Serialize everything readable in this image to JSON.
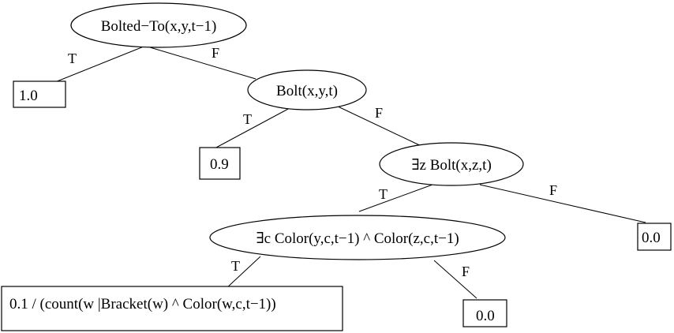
{
  "diagram": {
    "nodes": [
      {
        "id": "bolted-to",
        "kind": "test",
        "label": "Bolted−To(x,y,t−1)"
      },
      {
        "id": "leaf-1-0",
        "kind": "leaf",
        "label": "1.0"
      },
      {
        "id": "bolt-xyt",
        "kind": "test",
        "label": "Bolt(x,y,t)"
      },
      {
        "id": "leaf-0-9",
        "kind": "leaf",
        "label": "0.9"
      },
      {
        "id": "exists-z-bolt",
        "kind": "test",
        "label": "∃z Bolt(x,z,t)"
      },
      {
        "id": "exists-c-color",
        "kind": "test",
        "label": "∃c Color(y,c,t−1) ^ Color(z,c,t−1)"
      },
      {
        "id": "leaf-0-0-right",
        "kind": "leaf",
        "label": "0.0"
      },
      {
        "id": "leaf-formula",
        "kind": "leaf",
        "label": "0.1 / (count(w |Bracket(w) ^ Color(w,c,t−1))"
      },
      {
        "id": "leaf-0-0-bottom",
        "kind": "leaf",
        "label": "0.0"
      }
    ],
    "edges": [
      {
        "from": "bolted-to",
        "to": "leaf-1-0",
        "label": "T"
      },
      {
        "from": "bolted-to",
        "to": "bolt-xyt",
        "label": "F"
      },
      {
        "from": "bolt-xyt",
        "to": "leaf-0-9",
        "label": "T"
      },
      {
        "from": "bolt-xyt",
        "to": "exists-z-bolt",
        "label": "F"
      },
      {
        "from": "exists-z-bolt",
        "to": "exists-c-color",
        "label": "T"
      },
      {
        "from": "exists-z-bolt",
        "to": "leaf-0-0-right",
        "label": "F"
      },
      {
        "from": "exists-c-color",
        "to": "leaf-formula",
        "label": "T"
      },
      {
        "from": "exists-c-color",
        "to": "leaf-0-0-bottom",
        "label": "F"
      }
    ]
  }
}
